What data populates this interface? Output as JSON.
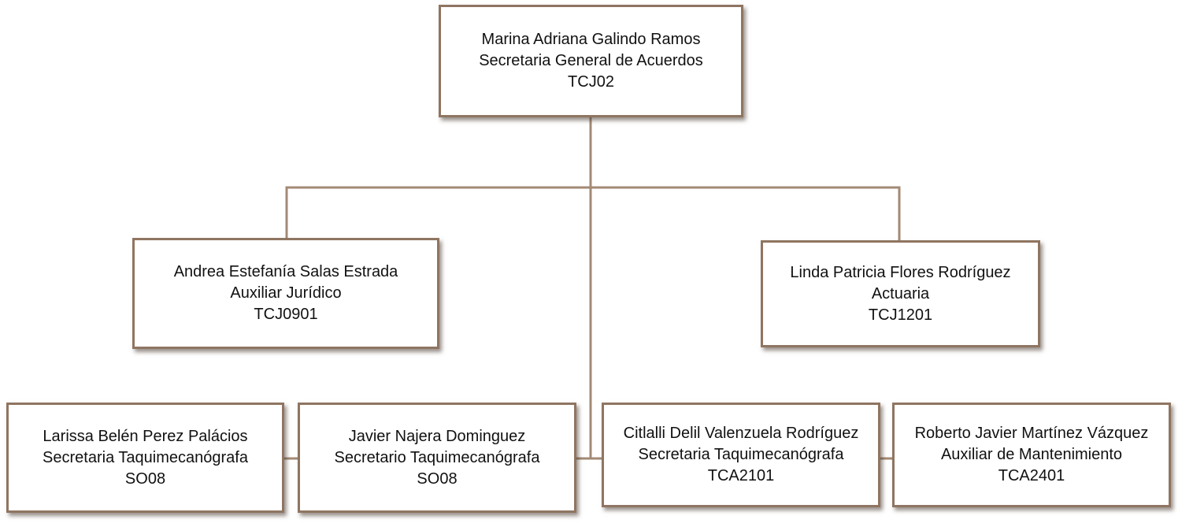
{
  "org_chart": {
    "nodes": [
      {
        "id": "top",
        "name": "Marina Adriana Galindo Ramos",
        "role": "Secretaria General de Acuerdos",
        "code": "TCJ02"
      },
      {
        "id": "left",
        "name": "Andrea Estefanía Salas Estrada",
        "role": "Auxiliar Jurídico",
        "code": "TCJ0901"
      },
      {
        "id": "right",
        "name": "Linda Patricia Flores Rodríguez",
        "role": "Actuaria",
        "code": "TCJ1201"
      },
      {
        "id": "b1",
        "name": "Larissa Belén Perez Palácios",
        "role": "Secretaria Taquimecanógrafa",
        "code": "SO08"
      },
      {
        "id": "b2",
        "name": "Javier Najera Dominguez",
        "role": "Secretario Taquimecanógrafa",
        "code": "SO08"
      },
      {
        "id": "b3",
        "name": "Citlalli Delil Valenzuela Rodríguez",
        "role": "Secretaria Taquimecanógrafa",
        "code": "TCA2101"
      },
      {
        "id": "b4",
        "name": "Roberto Javier Martínez Vázquez",
        "role": "Auxiliar de Mantenimiento",
        "code": "TCA2401"
      }
    ],
    "edges": [
      [
        "top",
        "left"
      ],
      [
        "top",
        "right"
      ],
      [
        "top",
        "b2"
      ],
      [
        "top",
        "b3"
      ],
      [
        "b2",
        "b1"
      ],
      [
        "b3",
        "b4"
      ]
    ],
    "colors": {
      "connector": "#a38a75",
      "box_border": "#8f7561",
      "text": "#111111"
    }
  }
}
